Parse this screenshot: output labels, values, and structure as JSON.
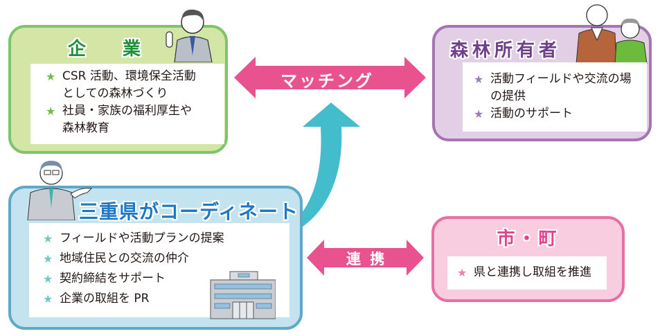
{
  "company": {
    "title": "企 業",
    "items": [
      {
        "lines": [
          "CSR 活動、環境保全活動",
          "としての森林づくり"
        ]
      },
      {
        "lines": [
          "社員・家族の福利厚生や",
          "森林教育"
        ]
      }
    ],
    "star_color": "#6bbd45"
  },
  "forest_owner": {
    "title": "森林所有者",
    "items": [
      {
        "lines": [
          "活動フィールドや交流の場",
          "の提供"
        ]
      },
      {
        "lines": [
          "活動のサポート"
        ]
      }
    ],
    "star_color": "#9b7cc0"
  },
  "coordinator": {
    "title": "三重県がコーディネート",
    "items": [
      {
        "lines": [
          "フィールドや活動プランの提案"
        ]
      },
      {
        "lines": [
          "地域住民との交流の仲介"
        ]
      },
      {
        "lines": [
          "契約締結をサポート"
        ]
      },
      {
        "lines": [
          "企業の取組を PR"
        ]
      }
    ],
    "star_color": "#6fc8c2"
  },
  "city": {
    "title": "市・町",
    "items": [
      {
        "lines": [
          "県と連携し取組を推進"
        ]
      }
    ],
    "star_color": "#ec7fae"
  },
  "arrows": {
    "matching_label": "マッチング",
    "cooperation_label": "連 携",
    "pink": "#e8528f",
    "teal": "#43bccb"
  },
  "star_glyph": "★"
}
